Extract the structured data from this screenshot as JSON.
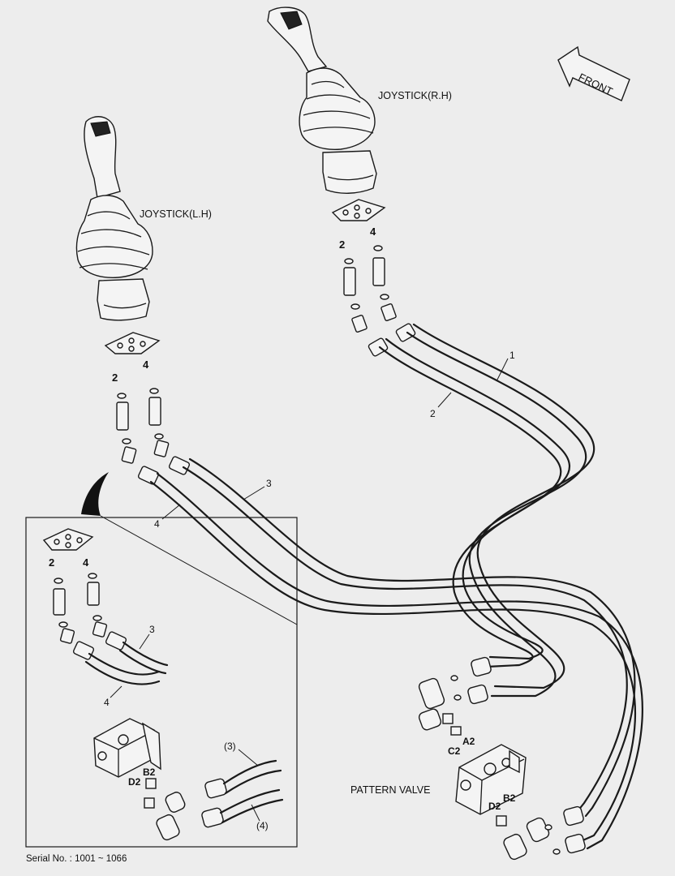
{
  "labels": {
    "front": "FRONT",
    "joystick_rh": "JOYSTICK(R.H)",
    "joystick_lh": "JOYSTICK(L.H)",
    "pattern_valve": "PATTERN VALVE",
    "serial": "Serial No. : 1001 ~ 1066"
  },
  "callouts": {
    "rh_port_left": "2",
    "rh_port_right": "4",
    "lh_port_left": "2",
    "lh_port_right": "4",
    "inset_port_left": "2",
    "inset_port_right": "4",
    "hose_1": "1",
    "hose_2": "2",
    "hose_3": "3",
    "hose_4": "4",
    "inset_hose_3": "3",
    "inset_hose_4": "4",
    "inset_ref_3": "(3)",
    "inset_ref_4": "(4)"
  },
  "ports": {
    "a2": "A2",
    "c2": "C2",
    "b2": "B2",
    "d2": "D2",
    "inset_b2": "B2",
    "inset_d2": "D2"
  }
}
